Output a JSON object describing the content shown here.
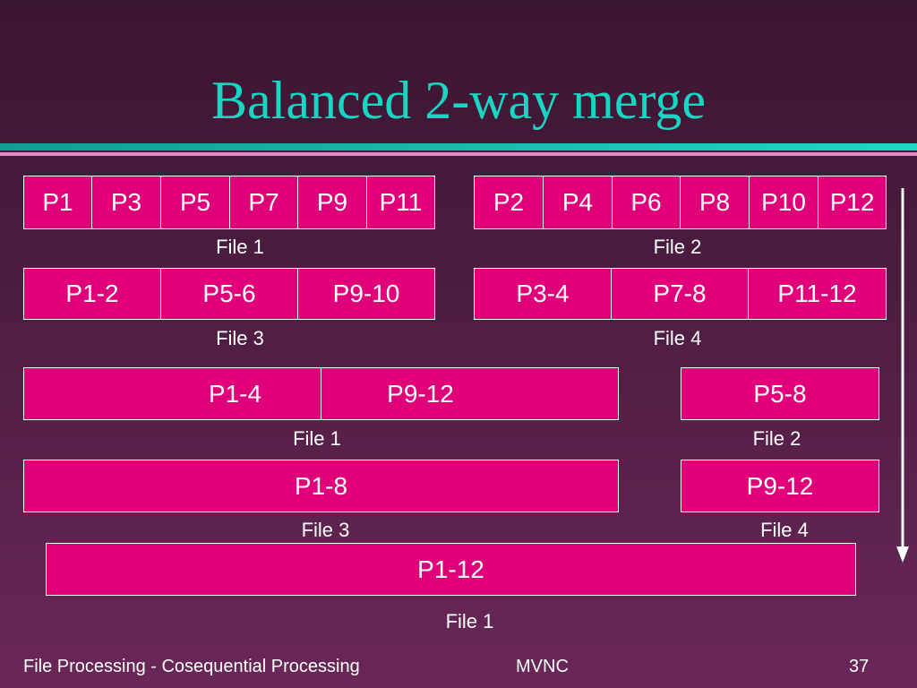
{
  "title": "Balanced 2-way merge",
  "row1": {
    "left": [
      "P1",
      "P3",
      "P5",
      "P7",
      "P9",
      "P11"
    ],
    "left_label": "File 1",
    "right": [
      "P2",
      "P4",
      "P6",
      "P8",
      "P10",
      "P12"
    ],
    "right_label": "File 2"
  },
  "row2": {
    "left": [
      "P1-2",
      "P5-6",
      "P9-10"
    ],
    "left_label": "File 3",
    "right": [
      "P3-4",
      "P7-8",
      "P11-12"
    ],
    "right_label": "File 4"
  },
  "row3": {
    "left": [
      "P1-4",
      "P9-12"
    ],
    "left_label": "File 1",
    "right": [
      "P5-8"
    ],
    "right_label": "File 2"
  },
  "row4": {
    "left": [
      "P1-8"
    ],
    "left_label": "File 3",
    "right": [
      "P9-12"
    ],
    "right_label": "File 4"
  },
  "row5": {
    "center": [
      "P1-12"
    ],
    "center_label": "File 1"
  },
  "footer": {
    "left": "File Processing - Cosequential Processing",
    "center": "MVNC",
    "right": "37"
  },
  "colors": {
    "title": "#19d6c4",
    "cell_fill": "#e0007a",
    "background": "#4e1d42"
  }
}
